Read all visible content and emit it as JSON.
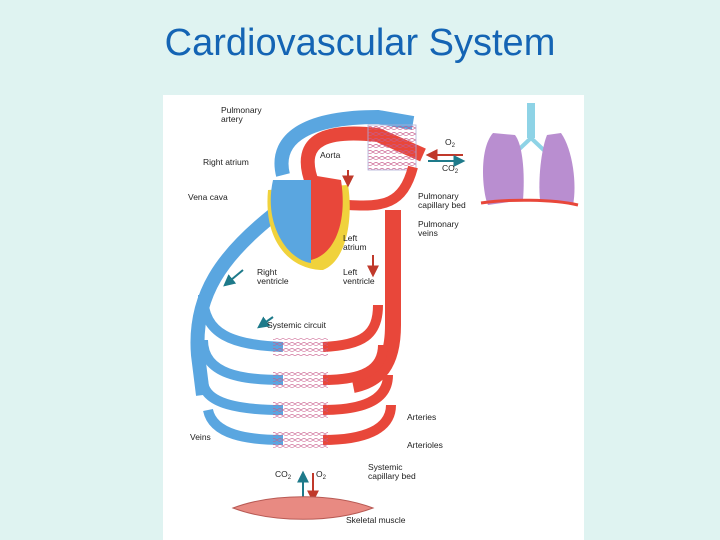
{
  "title": "Cardiovascular System",
  "diagram": {
    "labels": {
      "pulmonary_artery_1": "Pulmonary",
      "pulmonary_artery_2": "artery",
      "aorta": "Aorta",
      "right_atrium": "Right atrium",
      "vena_cava": "Vena cava",
      "pulmonary_capillary_bed_1": "Pulmonary",
      "pulmonary_capillary_bed_2": "capillary bed",
      "pulmonary_veins_1": "Pulmonary",
      "pulmonary_veins_2": "veins",
      "left_atrium_1": "Left",
      "left_atrium_2": "atrium",
      "right_ventricle_1": "Right",
      "right_ventricle_2": "ventricle",
      "left_ventricle_1": "Left",
      "left_ventricle_2": "ventricle",
      "systemic_circuit": "Systemic circuit",
      "arteries": "Arteries",
      "veins": "Veins",
      "arterioles": "Arterioles",
      "systemic_capillary_bed_1": "Systemic",
      "systemic_capillary_bed_2": "capillary bed",
      "skeletal_muscle": "Skeletal muscle"
    },
    "gas_exchange": {
      "lungs_o2": "O",
      "lungs_o2_sub": "2",
      "lungs_co2": "CO",
      "lungs_co2_sub": "2",
      "tissue_co2": "CO",
      "tissue_co2_sub": "2",
      "tissue_o2": "O",
      "tissue_o2_sub": "2"
    },
    "colors": {
      "oxygenated": "#e8473a",
      "deoxygenated": "#5aa6e0",
      "heart_fat": "#f0d23c",
      "lungs": "#b98ed0",
      "trachea": "#8ed3e6",
      "arrow": "#1e7a8a"
    }
  }
}
